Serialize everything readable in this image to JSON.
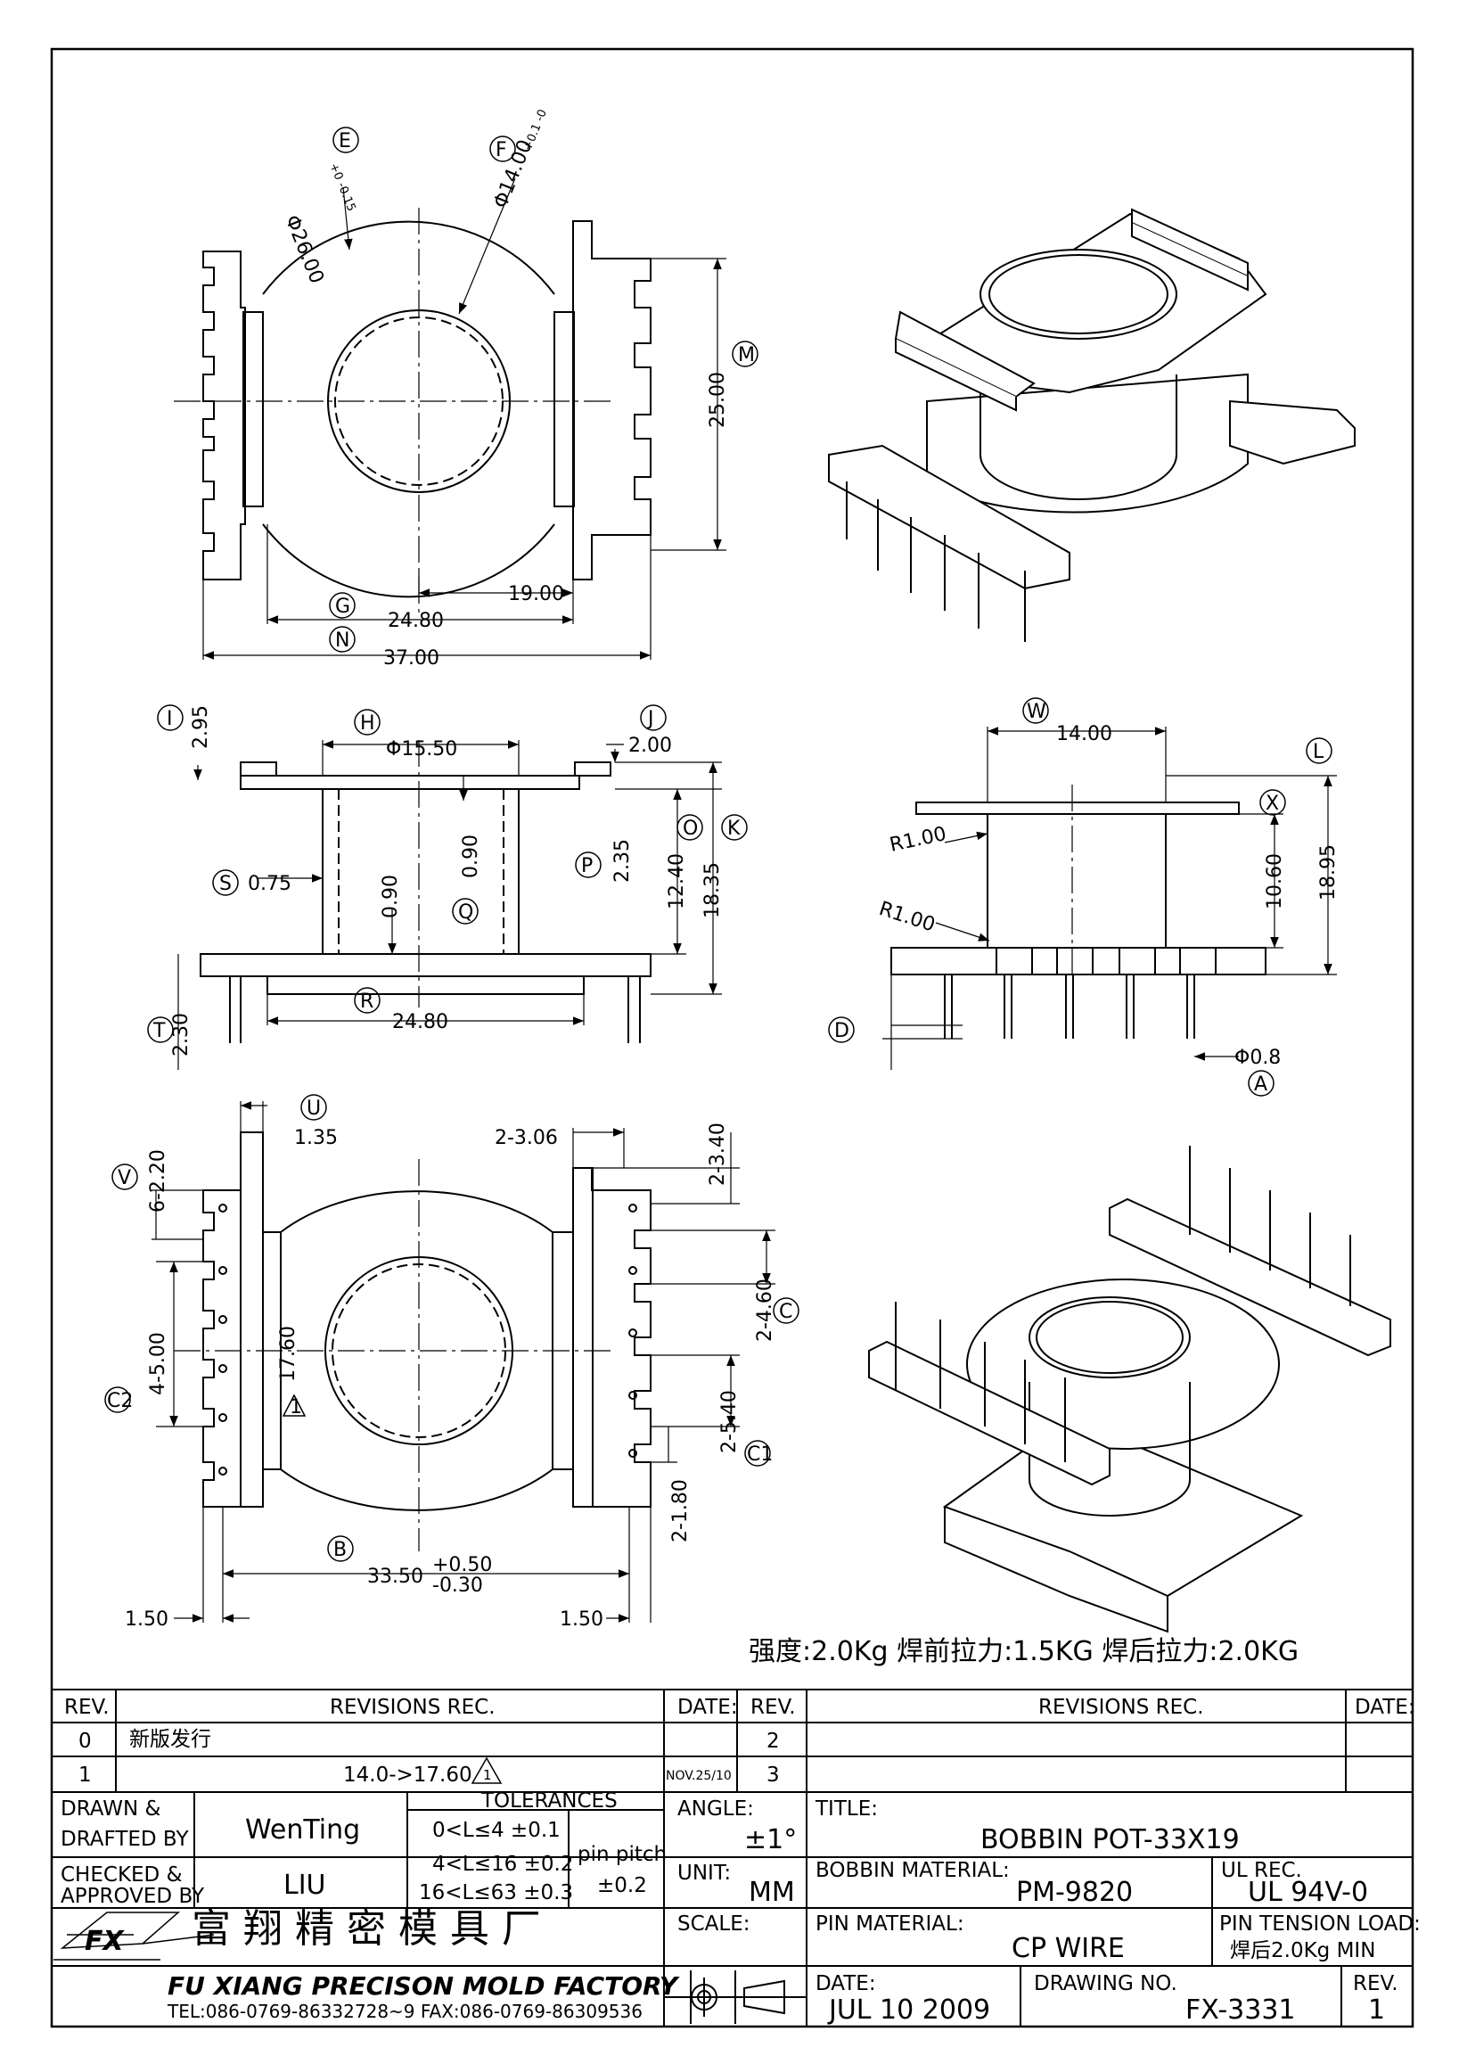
{
  "dims": {
    "e": "Φ26.00",
    "e_tol": "+0 -0.15",
    "e_tag": "E",
    "f": "Φ14.00",
    "f_tol": "+0.1 -0",
    "f_tag": "F",
    "m": "25.00",
    "m_tag": "M",
    "g": "24.80",
    "g_tag": "G",
    "n": "37.00",
    "n_tag": "N",
    "d19": "19.00",
    "i": "2.95",
    "i_tag": "I",
    "h": "Φ15.50",
    "h_tag": "H",
    "j": "2.00",
    "j_tag": "J",
    "s": "0.75",
    "s_tag": "S",
    "q1": "0.90",
    "q2": "0.90",
    "q_tag": "Q",
    "p": "2.35",
    "p_tag": "P",
    "o": "12.40",
    "o_tag": "O",
    "k": "18.35",
    "k_tag": "K",
    "r": "24.80",
    "r_tag": "R",
    "t": "2.30",
    "t_tag": "T",
    "w": "14.00",
    "w_tag": "W",
    "l": "18.95",
    "l_tag": "L",
    "x": "10.60",
    "x_tag": "X",
    "r1a": "R1.00",
    "r1b": "R1.00",
    "d_tag": "D",
    "a": "Φ0.8",
    "a_tag": "A",
    "u": "1.35",
    "u_tag": "U",
    "v": "6-2.20",
    "v_tag": "V",
    "c2": "4-5.00",
    "c2_tag": "C2",
    "d1760": "17.60",
    "rev_marker": "1",
    "d306": "2-3.06",
    "d340": "2-3.40",
    "c": "2-4.60",
    "c_tag": "C",
    "c1": "2-5.40",
    "c1_tag": "C1",
    "d180": "2-1.80",
    "b": "33.50",
    "b_tol_plus": "+0.50",
    "b_tol_minus": "-0.30",
    "b_tag": "B",
    "l150": "1.50",
    "r150": "1.50"
  },
  "strength_note": "强度:2.0Kg   焊前拉力:1.5KG   焊后拉力:2.0KG",
  "title_block": {
    "rev_header": "REV.",
    "revisions_rec": "REVISIONS   REC.",
    "date_header": "DATE:",
    "rev_header2": "REV.",
    "revisions_rec2": "REVISIONS   REC.",
    "date_header2": "DATE:",
    "rows": [
      {
        "rev": "0",
        "desc": "新版发行",
        "date": "",
        "rev2": "2"
      },
      {
        "rev": "1",
        "desc": "14.0->17.60",
        "date": "NOV.25/10",
        "rev2": "3"
      }
    ],
    "drawn_label": "DRAWN &",
    "drafted_label": "DRAFTED BY",
    "drawn_by": "WenTing",
    "checked_label": "CHECKED &",
    "approved_label": "APPROVED BY",
    "checked_by": "LIU",
    "tolerances_label": "TOLERANCES",
    "tol1": "0<L≤4    ±0.1",
    "tol2": "4<L≤16  ±0.2",
    "tol3": "16<L≤63  ±0.3",
    "pin_pitch_label": "pin pitch",
    "pin_pitch": "±0.2",
    "angle_label": "ANGLE:",
    "angle": "±1°",
    "unit_label": "UNIT:",
    "unit": "MM",
    "scale_label": "SCALE:",
    "title_label": "TITLE:",
    "title": "BOBBIN  POT-33X19",
    "bobbin_material_label": "BOBBIN MATERIAL:",
    "bobbin_material": "PM-9820",
    "ul_label": "UL REC.",
    "ul": "UL  94V-0",
    "pin_material_label": "PIN MATERIAL:",
    "pin_material": "CP  WIRE",
    "pin_tension_label": "PIN TENSION LOAD:",
    "pin_tension": "焊后2.0Kg MIN",
    "date_label": "DATE:",
    "date": "JUL  10  2009",
    "drawing_no_label": "DRAWING NO.",
    "drawing_no": "FX-3331",
    "rev_label": "REV.",
    "rev": "1",
    "factory_cn": "富 翔 精 密 模 具 厂",
    "factory_en": "FU XIANG PRECISON MOLD FACTORY",
    "contact": "TEL:086-0769-86332728~9   FAX:086-0769-86309536",
    "logo_text": "FX"
  }
}
